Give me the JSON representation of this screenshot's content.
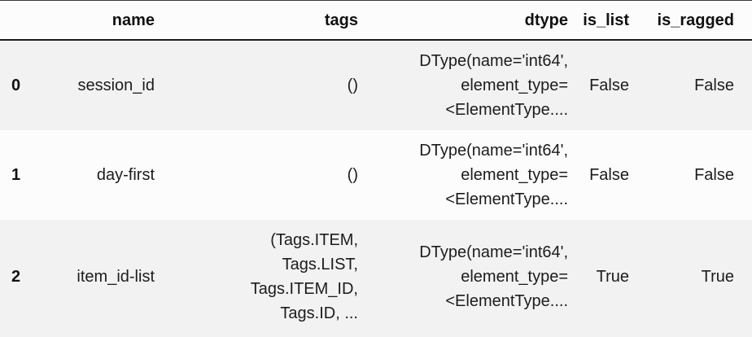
{
  "table": {
    "index_header": "",
    "columns": [
      "name",
      "tags",
      "dtype",
      "is_list",
      "is_ragged"
    ],
    "rows": [
      {
        "index": "0",
        "name": "session_id",
        "tags": "()",
        "dtype": "DType(name='int64',\nelement_type=\n<ElementType....",
        "is_list": "False",
        "is_ragged": "False"
      },
      {
        "index": "1",
        "name": "day-first",
        "tags": "()",
        "dtype": "DType(name='int64',\nelement_type=\n<ElementType....",
        "is_list": "False",
        "is_ragged": "False"
      },
      {
        "index": "2",
        "name": "item_id-list",
        "tags": "(Tags.ITEM,\nTags.LIST,\nTags.ITEM_ID,\nTags.ID, ...",
        "dtype": "DType(name='int64',\nelement_type=\n<ElementType....",
        "is_list": "True",
        "is_ragged": "True"
      }
    ],
    "colors": {
      "stripe_background": "#f2f2f2",
      "row_background": "#fcfcfc",
      "text": "#1c1c1c",
      "header_border": "#1a1a1a"
    }
  }
}
